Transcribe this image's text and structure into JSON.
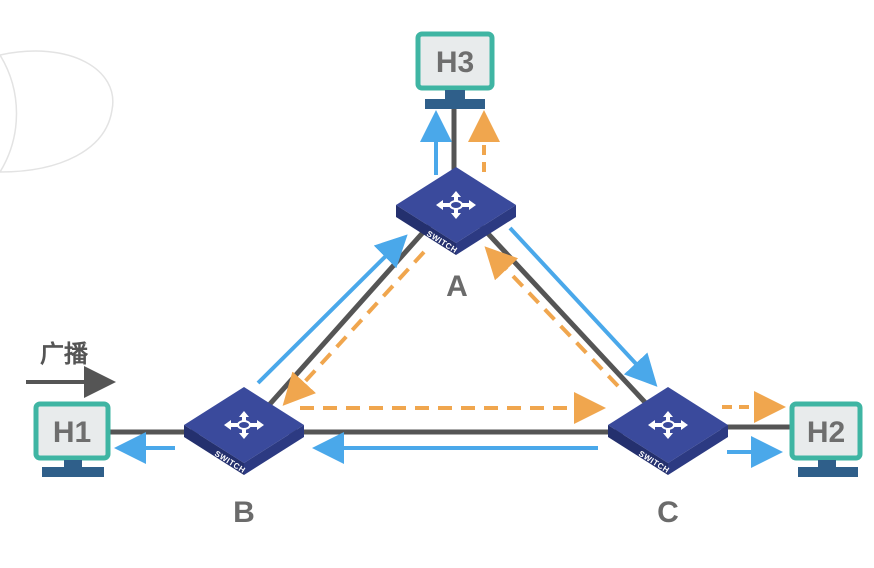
{
  "broadcast": {
    "label": "广播"
  },
  "hosts": {
    "h1": {
      "label": "H1"
    },
    "h2": {
      "label": "H2"
    },
    "h3": {
      "label": "H3"
    }
  },
  "switches": {
    "a": {
      "label": "A",
      "device_text": "SWITCH"
    },
    "b": {
      "label": "B",
      "device_text": "SWITCH"
    },
    "c": {
      "label": "C",
      "device_text": "SWITCH"
    }
  },
  "colors": {
    "link": "#555555",
    "forward_path": "#4aa8ea",
    "flood_path": "#f0a64e",
    "host_border": "#3fb5a3",
    "host_fill": "#e8ebec",
    "switch_top": "#3a4a9c",
    "switch_side": "#24306e"
  }
}
